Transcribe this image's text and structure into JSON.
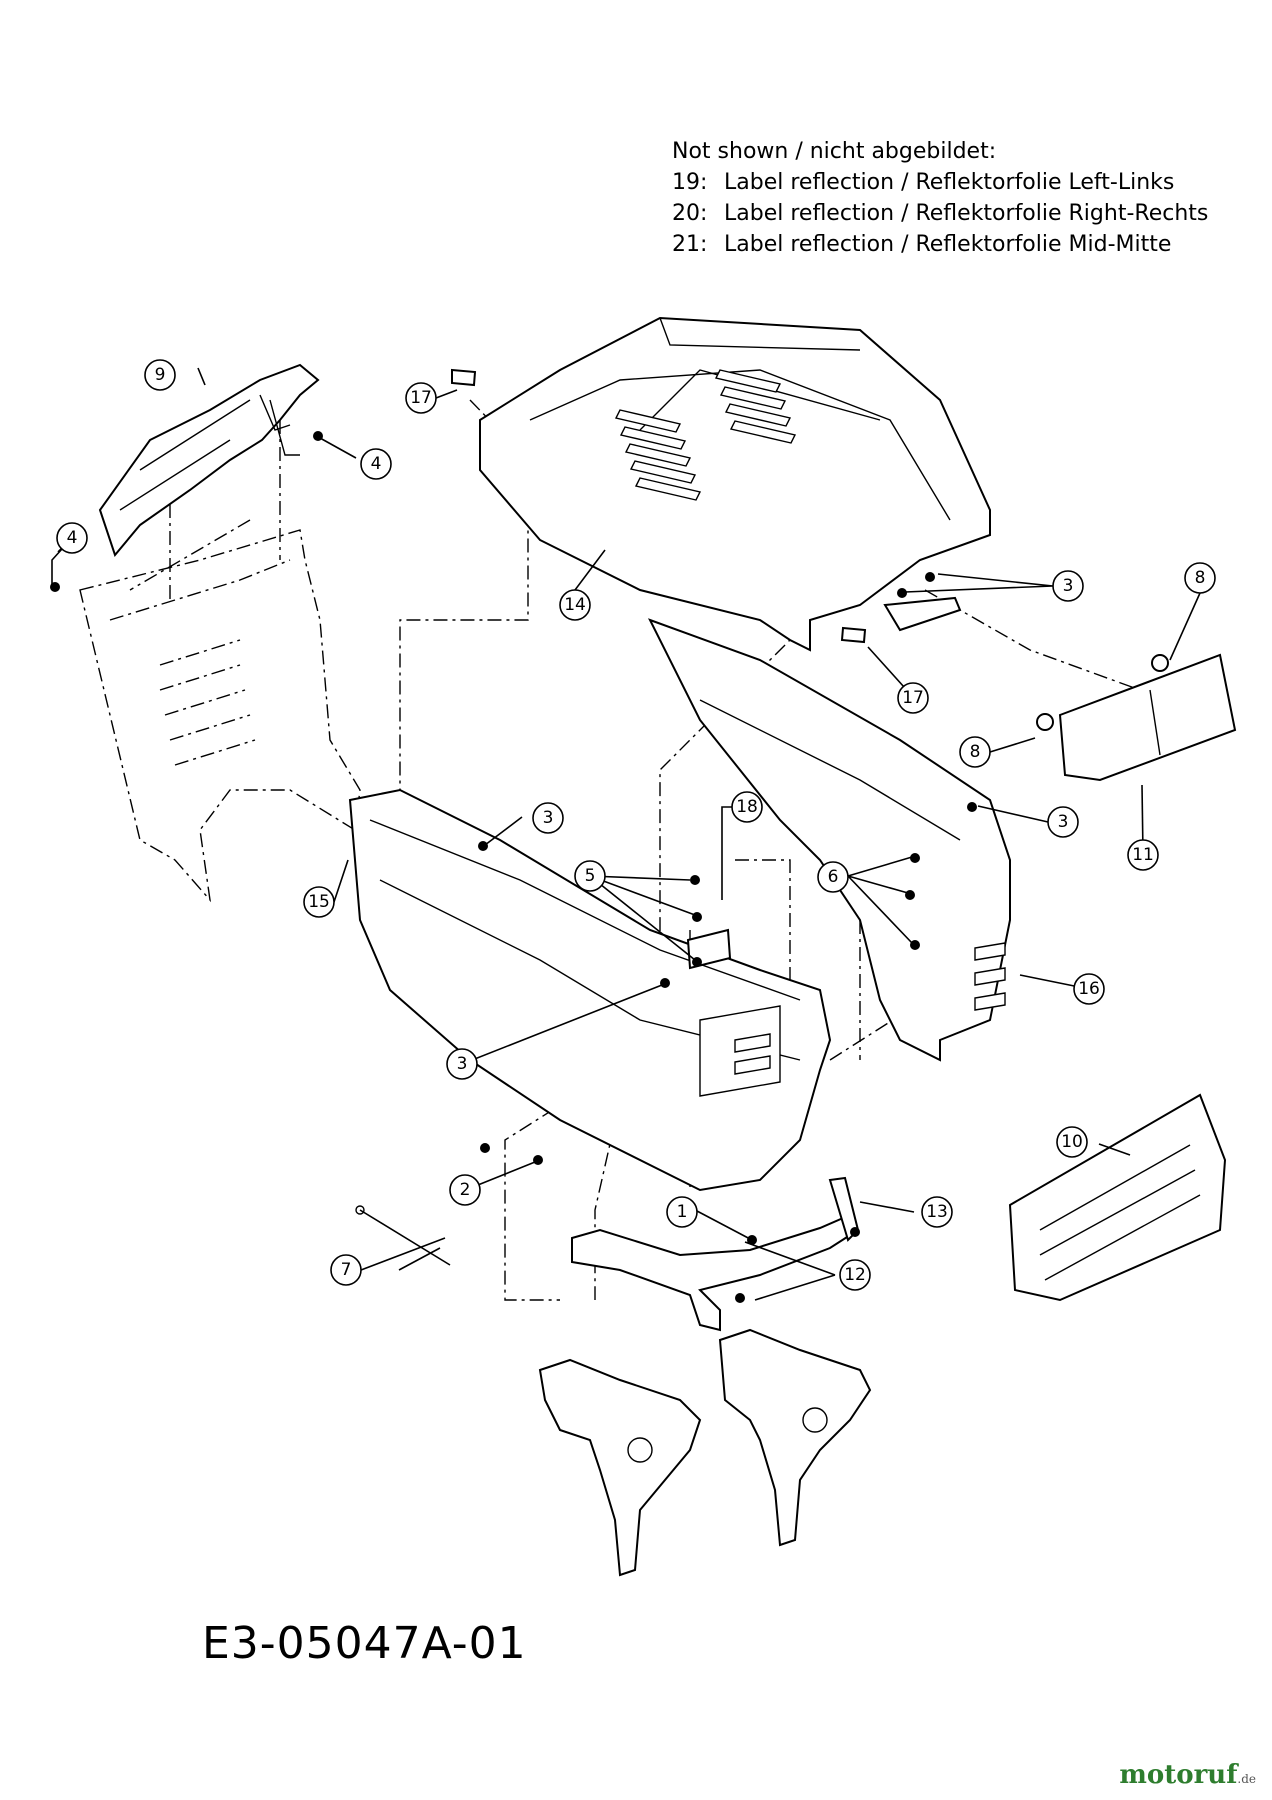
{
  "notes": {
    "heading": "Not shown / nicht abgebildet:",
    "items": [
      {
        "num": "19:",
        "text": "Label reflection / Reflektorfolie Left-Links"
      },
      {
        "num": "20:",
        "text": "Label reflection / Reflektorfolie Right-Rechts"
      },
      {
        "num": "21:",
        "text": "Label reflection / Reflektorfolie Mid-Mitte"
      }
    ]
  },
  "callouts": [
    "1",
    "2",
    "3",
    "4",
    "5",
    "6",
    "7",
    "8",
    "9",
    "10",
    "11",
    "12",
    "13",
    "14",
    "15",
    "16",
    "17",
    "18"
  ],
  "part_code": "E3-05047A-01",
  "watermark": {
    "main": "motoruf",
    "suffix": ".de"
  }
}
